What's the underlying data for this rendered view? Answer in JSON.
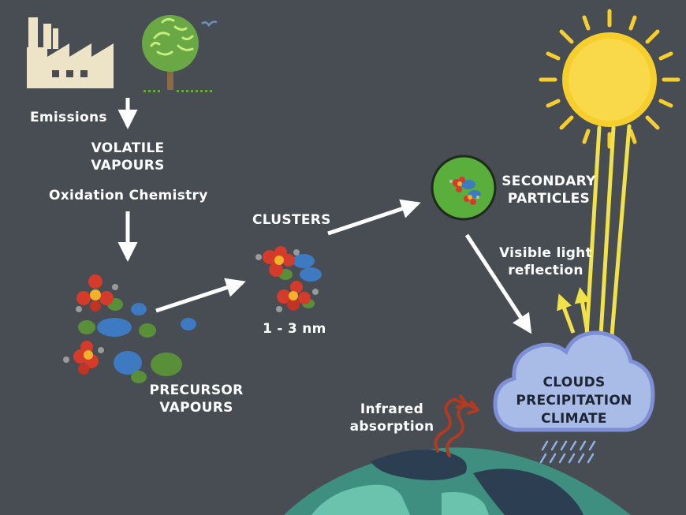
{
  "labels": {
    "emissions": "Emissions",
    "volatile_vapours": [
      "VOLATILE",
      "VAPOURS"
    ],
    "oxidation_chemistry": "Oxidation Chemistry",
    "clusters": "CLUSTERS",
    "cluster_size": "1 - 3 nm",
    "secondary_particles": [
      "SECONDARY",
      "PARTICLES"
    ],
    "visible_light": [
      "Visible light",
      "reflection"
    ],
    "precursor_vapours": [
      "PRECURSOR",
      "VAPOURS"
    ],
    "infrared": [
      "Infrared",
      "absorption"
    ],
    "cloud": [
      "CLOUDS",
      "PRECIPITATION",
      "CLIMATE"
    ]
  },
  "icons": [
    "factory-icon",
    "tree-icon",
    "bird-icon",
    "sun-icon",
    "cloud-icon",
    "earth-icon",
    "molecule-icon"
  ],
  "colors": {
    "background": "#484c53",
    "sun": "#f7cf2d",
    "sun_rays": "#f2e24a",
    "cloud": "#a9bce8",
    "cloud_outline": "#7d8fd6",
    "earth": "#3f8f80",
    "factory": "#ede4c8",
    "tree": "#6aa846",
    "particle_bubble": "#5aae3c",
    "arrows": "#ffffff",
    "infrared": "#b03a22"
  }
}
